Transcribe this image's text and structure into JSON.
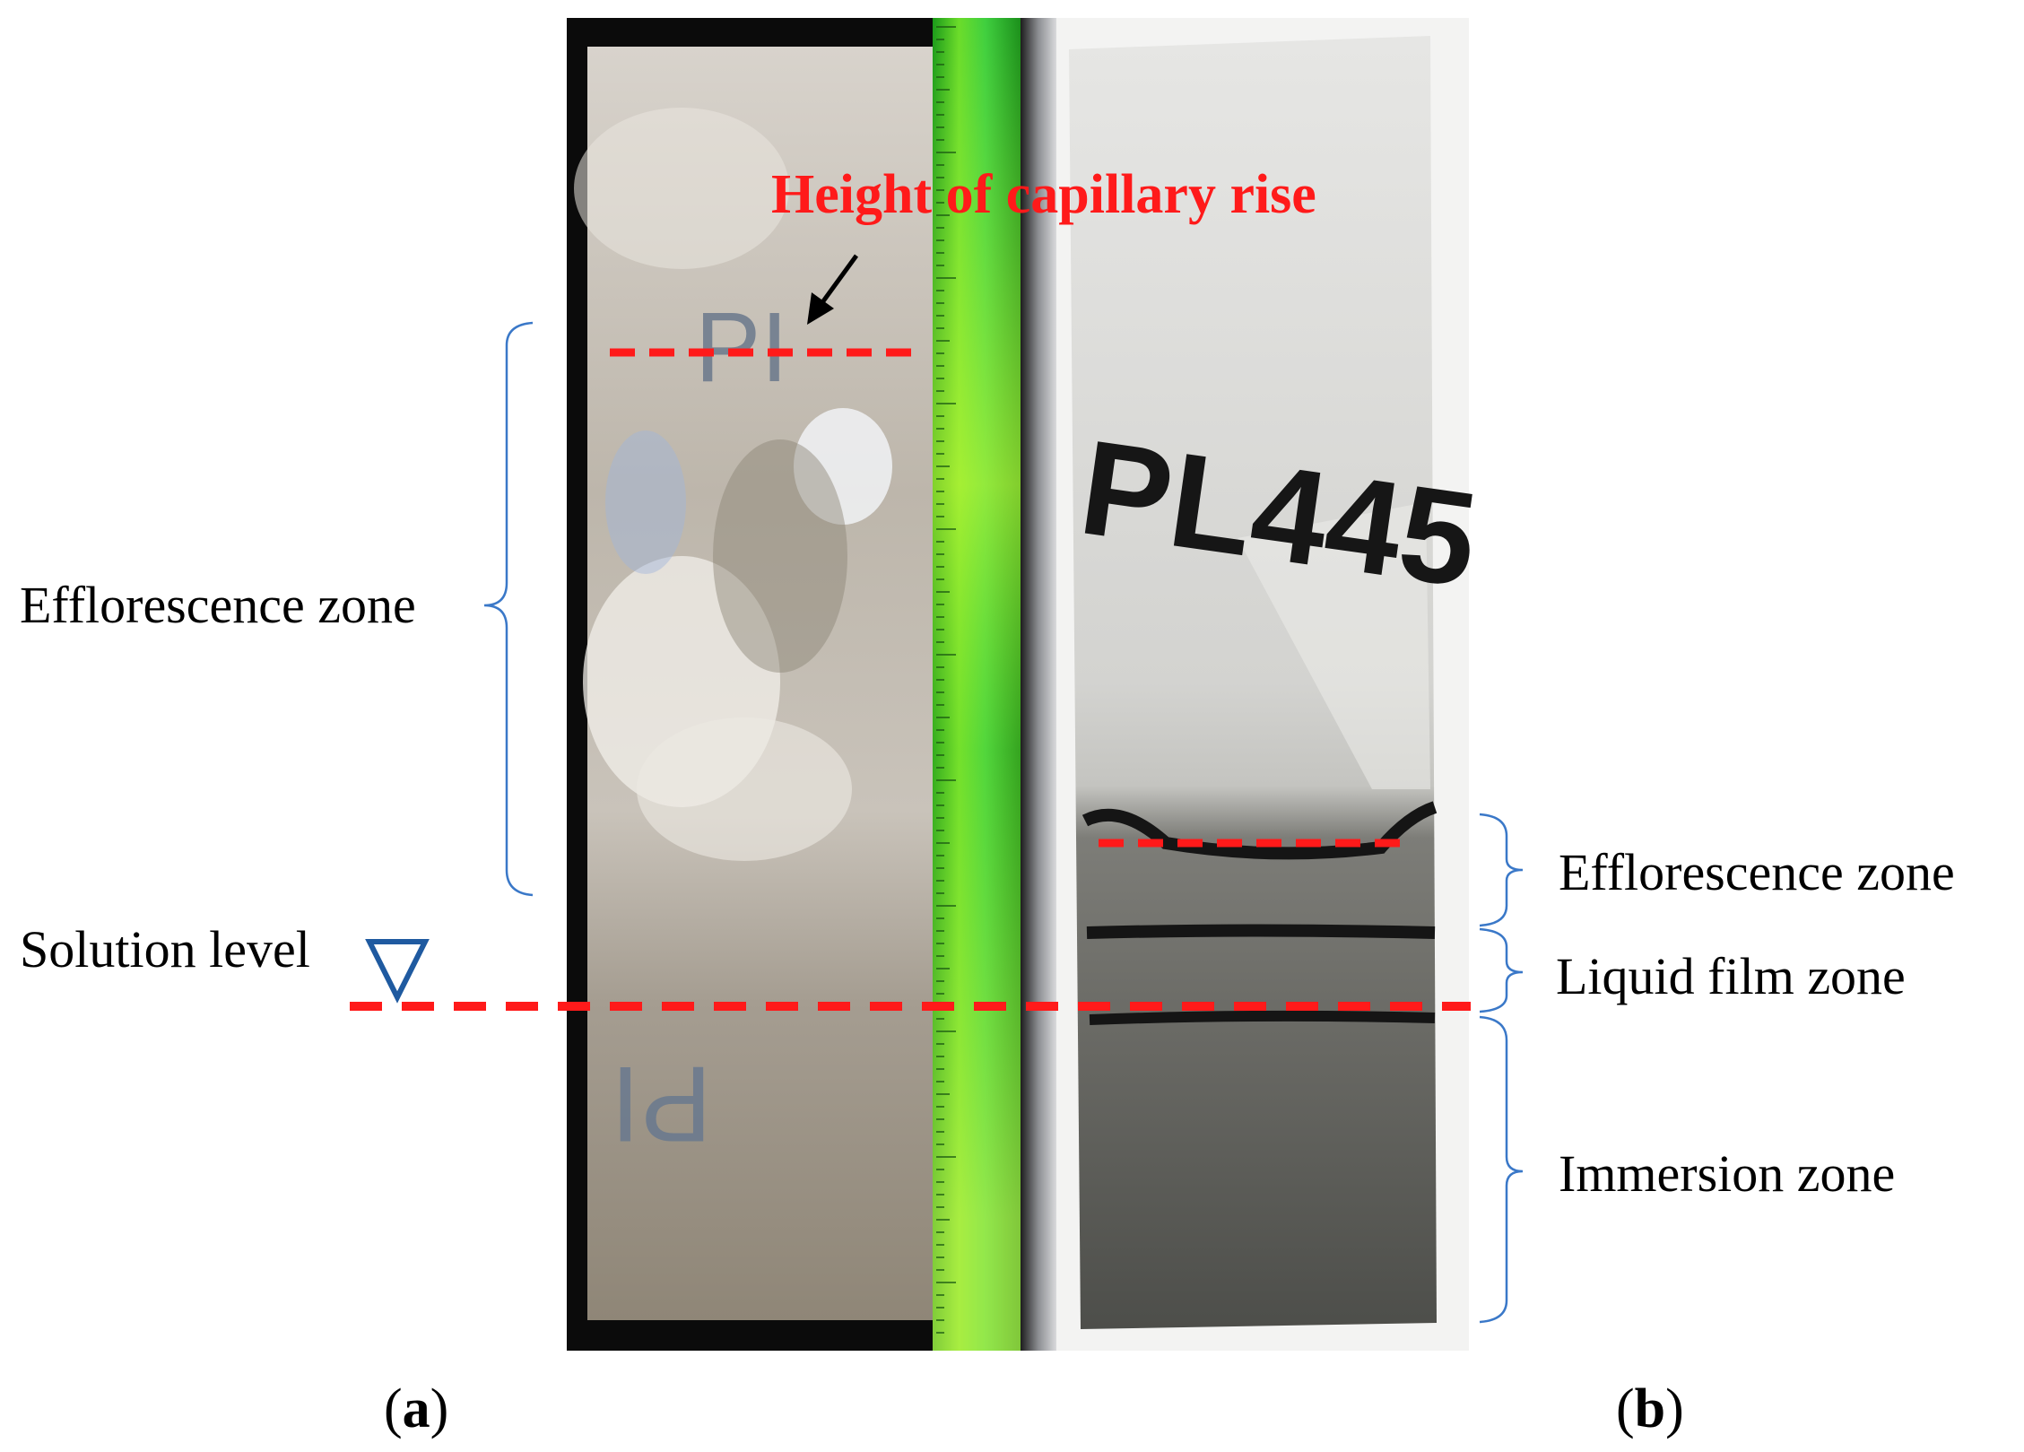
{
  "annotations": {
    "capillary_title": "Height of capillary rise",
    "left_efflorescence": "Efflorescence zone",
    "solution_level": "Solution level",
    "right_efflorescence": "Efflorescence zone",
    "liquid_film": "Liquid film zone",
    "immersion": "Immersion zone"
  },
  "specimen_marks": {
    "specimen_a_top": "PI",
    "specimen_a_bottom": "PI",
    "specimen_b": "PL445"
  },
  "panel_labels": {
    "a": {
      "open": "(",
      "letter": "a",
      "close": ")"
    },
    "b": {
      "open": "(",
      "letter": "b",
      "close": ")"
    }
  },
  "colors": {
    "dashed_lines": "#ff1a1a",
    "brackets": "#3a78c8",
    "level_marker": "#1f5aa0",
    "ruler": "#2fc12f"
  }
}
